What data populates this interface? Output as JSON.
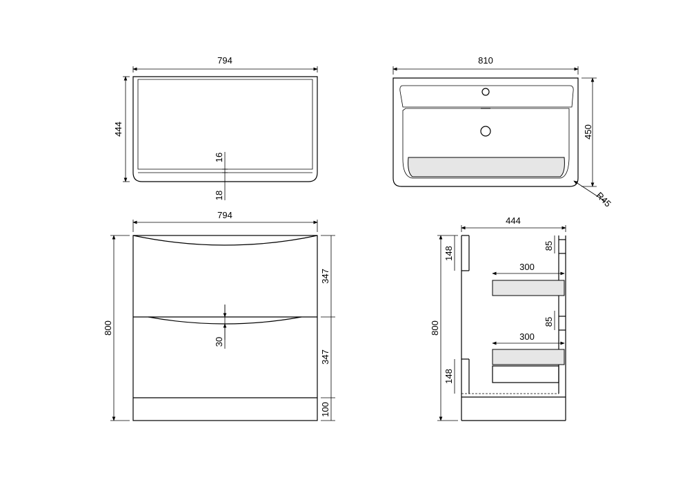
{
  "drawing": {
    "top_view": {
      "width_label": "794",
      "depth_label": "444",
      "thickness_top": "16",
      "thickness_bottom": "18"
    },
    "basin_view": {
      "width_label": "810",
      "depth_label": "450",
      "radius_label": "R45"
    },
    "front_view": {
      "width_label": "794",
      "height_label": "800",
      "drawer_top": "347",
      "drawer_bottom": "347",
      "plinth": "100",
      "handle_depth": "30"
    },
    "side_view": {
      "depth_label": "444",
      "height_label": "800",
      "top_gap": "148",
      "bottom_gap": "148",
      "runner_top_gap": "85",
      "runner_bottom_gap": "85",
      "drawer_depth_top": "300",
      "drawer_depth_bottom": "300"
    }
  }
}
